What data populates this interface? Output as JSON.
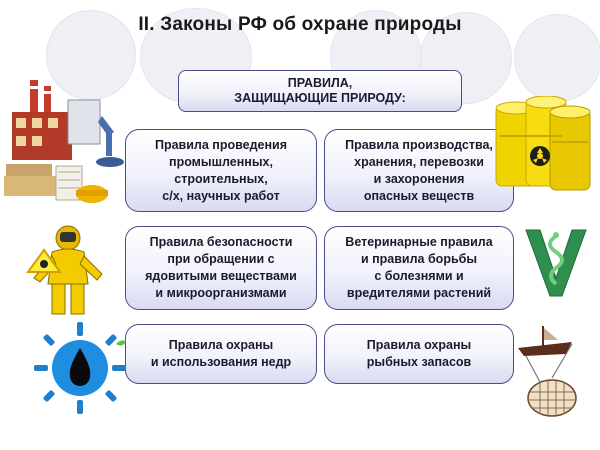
{
  "slide": {
    "title": "II. Законы РФ об охране природы",
    "header_box": "ПРАВИЛА,\nЗАЩИЩАЮЩИЕ ПРИРОДУ:",
    "rule_boxes": [
      "Правила проведения\nпромышленных,\nстроительных,\nс/х, научных работ",
      "Правила производства,\nхранения, перевозки\nи захоронения\nопасных веществ",
      "Правила безопасности\nпри обращении с\nядовитыми веществами\nи микроорганизмами",
      "Ветеринарные правила\nи правила борьбы\nс болезнями и\nвредителями растений",
      "Правила охраны\nи использования недр",
      "Правила охраны\nрыбных запасов"
    ]
  },
  "icons": [
    "factory-icon",
    "toxic-barrels-icon",
    "hazmat-suit-icon",
    "veterinary-snake-icon",
    "oil-drop-icon",
    "fishing-boat-icon"
  ],
  "colors": {
    "box_border": "#4a4a8e",
    "box_fill_bottom": "#d9dbf0",
    "background_circle": "#eef0f6"
  }
}
